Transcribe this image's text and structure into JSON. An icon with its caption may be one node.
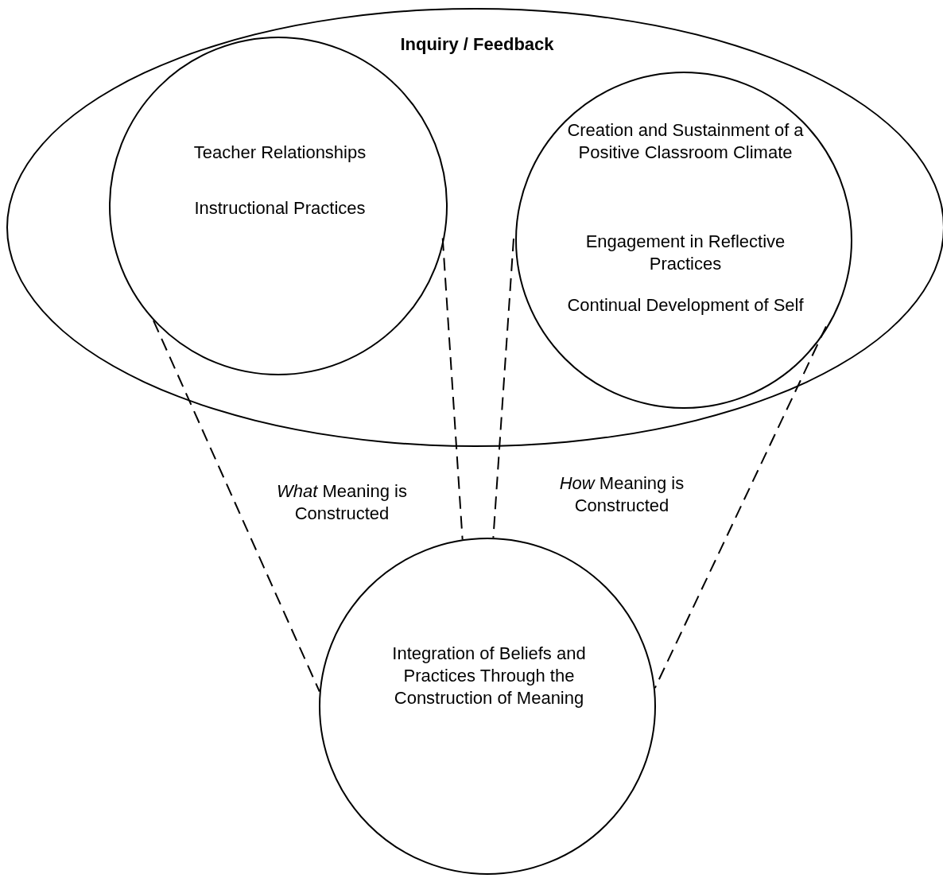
{
  "diagram": {
    "nodes": [
      {
        "text": [
          "Inquiry / Feedback"
        ]
      },
      {
        "text": [
          "Teacher Relationships",
          "Instructional Practices"
        ],
        "in": 0
      },
      {
        "text": [
          "Creation and Sustainment of a Positive Classroom Climate",
          "Engagement in Reflective Practices",
          "Continual Development of Self"
        ],
        "in": 0
      },
      {
        "text": [
          "Integration of Beliefs and Practices Through the Construction of Meaning"
        ]
      }
    ],
    "edges": [
      {
        "from": 1,
        "to": 3,
        "arrow": "none",
        "style": "dashed"
      },
      {
        "from": 1,
        "to": 3,
        "arrow": "none",
        "style": "dashed"
      },
      {
        "from": 2,
        "to": 3,
        "arrow": "none",
        "style": "dashed"
      },
      {
        "from": 2,
        "to": 3,
        "arrow": "none",
        "style": "dashed"
      }
    ],
    "labels": [
      "*What* Meaning is Constructed",
      "*How* Meaning is Constructed"
    ]
  }
}
